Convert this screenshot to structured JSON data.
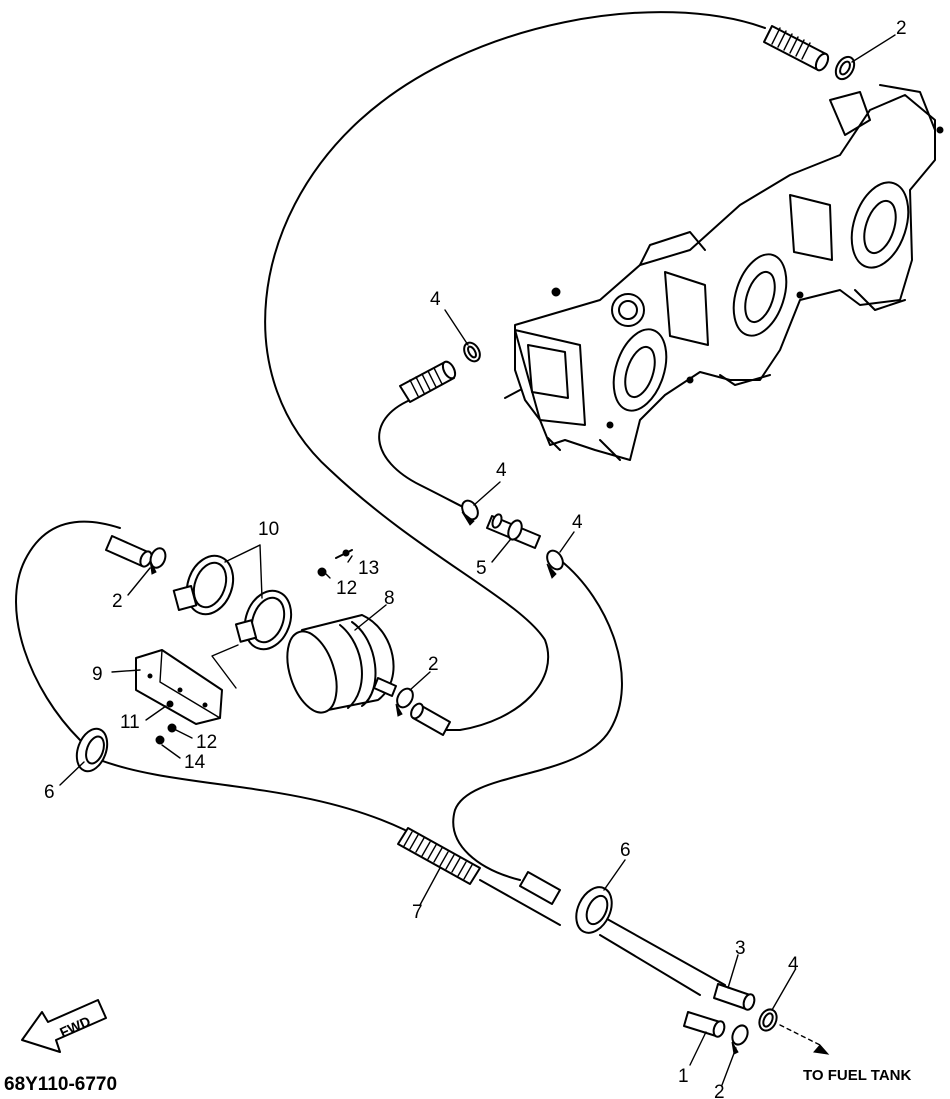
{
  "diagram": {
    "part_code": "68Y110-6770",
    "fwd_label": "FWD",
    "destination_label": "TO FUEL TANK",
    "callouts": {
      "c1": "1",
      "c2_top": "2",
      "c2_left": "2",
      "c2_filter": "2",
      "c2_bottom": "2",
      "c3": "3",
      "c4_top": "4",
      "c4_mid": "4",
      "c4_right": "4",
      "c4_bottom": "4",
      "c5": "5",
      "c6_left": "6",
      "c6_right": "6",
      "c7": "7",
      "c8": "8",
      "c9": "9",
      "c10": "10",
      "c11": "11",
      "c12_top": "12",
      "c12_bottom": "12",
      "c13": "13",
      "c14": "14"
    }
  }
}
